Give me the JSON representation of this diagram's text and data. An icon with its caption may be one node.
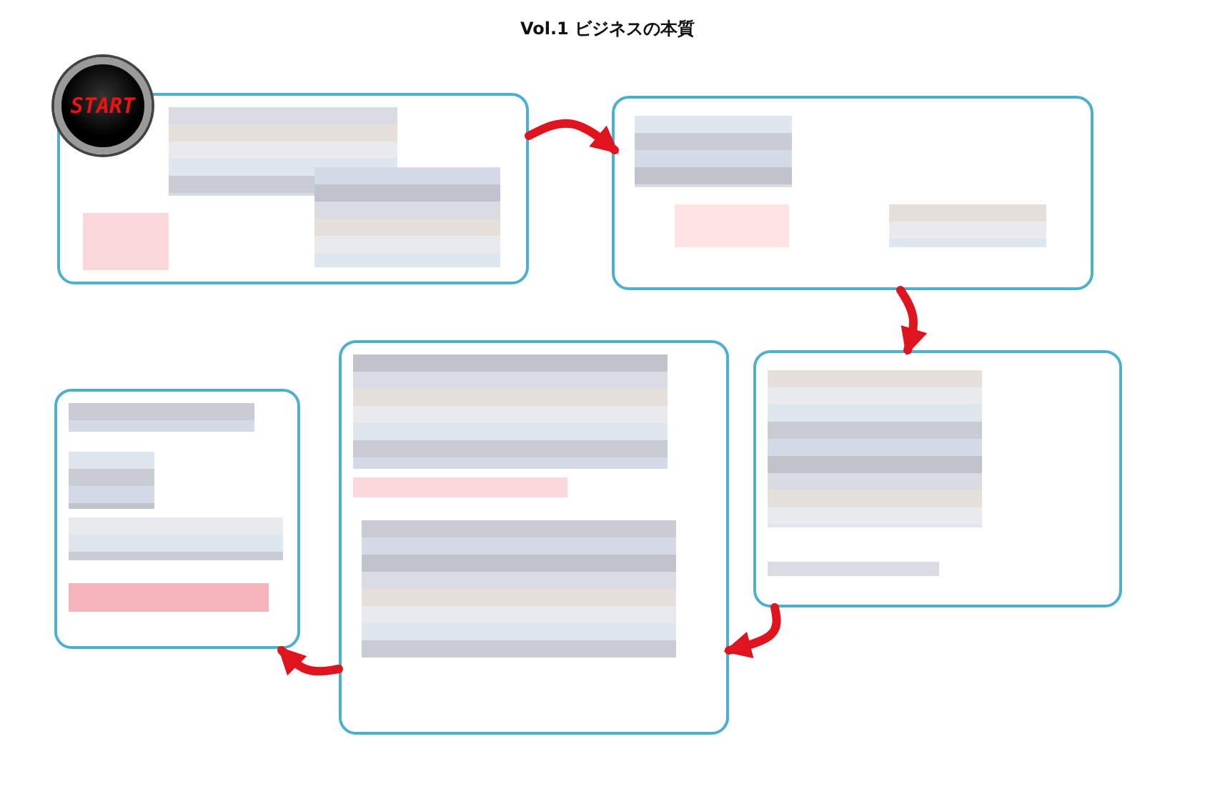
{
  "diagram": {
    "title": "Vol.1 ビジネスの本質",
    "nodes": [
      {
        "text": [],
        "shape": "box"
      },
      {
        "text": [
          "START"
        ]
      },
      {
        "text": [],
        "shape": "box"
      },
      {
        "text": [],
        "shape": "box"
      },
      {
        "text": [],
        "shape": "box"
      },
      {
        "text": [],
        "shape": "box"
      }
    ],
    "edges": [
      {
        "from": 0,
        "to": 2,
        "arrow": "to"
      },
      {
        "from": 2,
        "to": 3,
        "arrow": "to"
      },
      {
        "from": 3,
        "to": 4,
        "arrow": "to"
      },
      {
        "from": 4,
        "to": 5,
        "arrow": "to"
      }
    ]
  }
}
